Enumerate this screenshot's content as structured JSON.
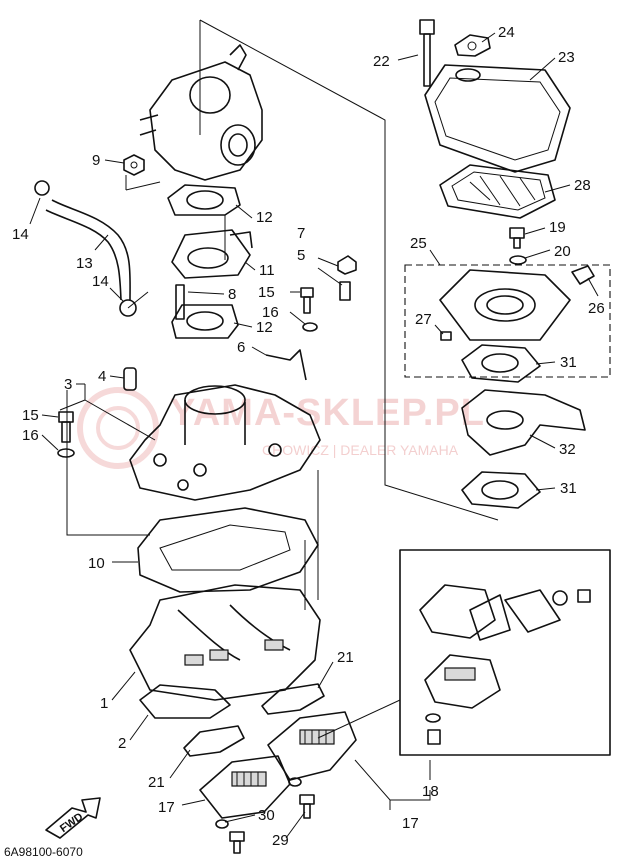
{
  "callouts": {
    "c1": "1",
    "c2": "2",
    "c3": "3",
    "c4": "4",
    "c5": "5",
    "c6": "6",
    "c7": "7",
    "c8": "8",
    "c9": "9",
    "c10": "10",
    "c11": "11",
    "c12a": "12",
    "c12b": "12",
    "c13": "13",
    "c14a": "14",
    "c14b": "14",
    "c15a": "15",
    "c15b": "15",
    "c16a": "16",
    "c16b": "16",
    "c17a": "17",
    "c17b": "17",
    "c18": "18",
    "c19": "19",
    "c20": "20",
    "c21a": "21",
    "c21b": "21",
    "c22": "22",
    "c23": "23",
    "c24": "24",
    "c25": "25",
    "c26": "26",
    "c27": "27",
    "c28": "28",
    "c29": "29",
    "c30": "30",
    "c31a": "31",
    "c31b": "31",
    "c32": "32"
  },
  "fwd_label": "FWD",
  "drawing_code": "6A98100-6070",
  "watermark": {
    "main": "YAMA-SKLEP.PL",
    "sub": "CHOWICZ | DEALER YAMAHA"
  }
}
